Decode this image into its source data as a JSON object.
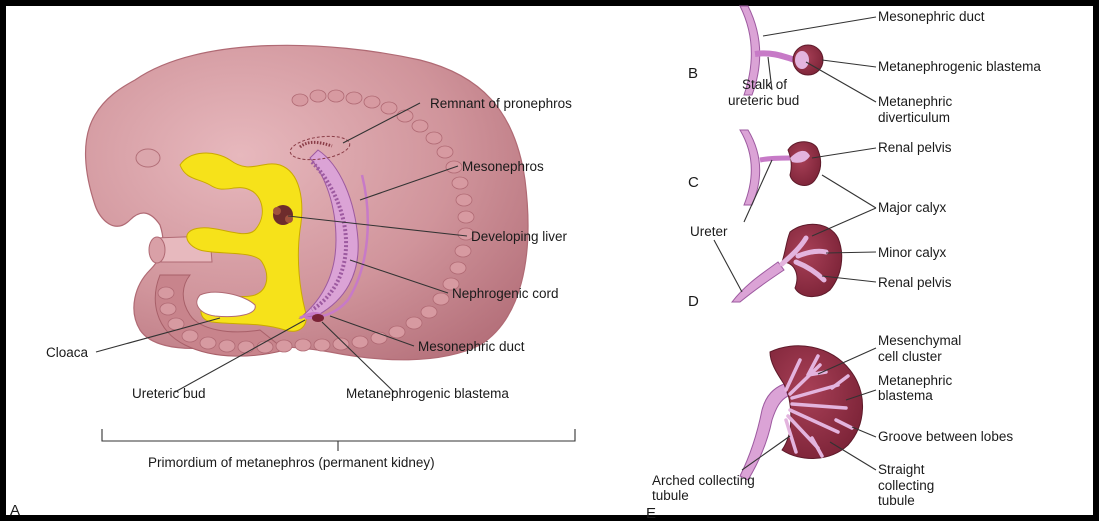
{
  "panel_a": {
    "letter": "A",
    "labels": {
      "pronephros": "Remnant of pronephros",
      "mesonephros": "Mesonephros",
      "liver": "Developing liver",
      "nephrogenic_cord": "Nephrogenic cord",
      "mesonephric_duct": "Mesonephric duct",
      "cloaca": "Cloaca",
      "ureteric_bud": "Ureteric bud",
      "blastema": "Metanephrogenic blastema",
      "primordium": "Primordium of metanephros (permanent kidney)"
    }
  },
  "panel_b": {
    "letter": "B",
    "labels": {
      "mesonephric_duct": "Mesonephric duct",
      "blastema": "Metanephrogenic blastema",
      "stalk_1": "Stalk of",
      "stalk_2": "ureteric bud",
      "diverticulum_1": "Metanephric",
      "diverticulum_2": "diverticulum"
    }
  },
  "panel_c": {
    "letter": "C",
    "labels": {
      "renal_pelvis": "Renal pelvis",
      "major_calyx": "Major calyx",
      "ureter": "Ureter"
    }
  },
  "panel_d": {
    "letter": "D",
    "labels": {
      "minor_calyx": "Minor calyx",
      "renal_pelvis": "Renal pelvis"
    }
  },
  "panel_e": {
    "letter": "E",
    "labels": {
      "mesenchymal_1": "Mesenchymal",
      "mesenchymal_2": "cell cluster",
      "blastema_1": "Metanephric",
      "blastema_2": "blastema",
      "groove": "Groove between lobes",
      "arched_1": "Arched collecting",
      "arched_2": "tubule",
      "straight_1": "Straight",
      "straight_2": "collecting",
      "straight_3": "tubule"
    }
  },
  "colors": {
    "embryo": "#cf8f97",
    "embryo_dark": "#b86e78",
    "yellow": "#f6e21a",
    "duct": "#dba3d6",
    "kidney": "#8e2e42",
    "kidney_lobe": "#b84a5e"
  }
}
